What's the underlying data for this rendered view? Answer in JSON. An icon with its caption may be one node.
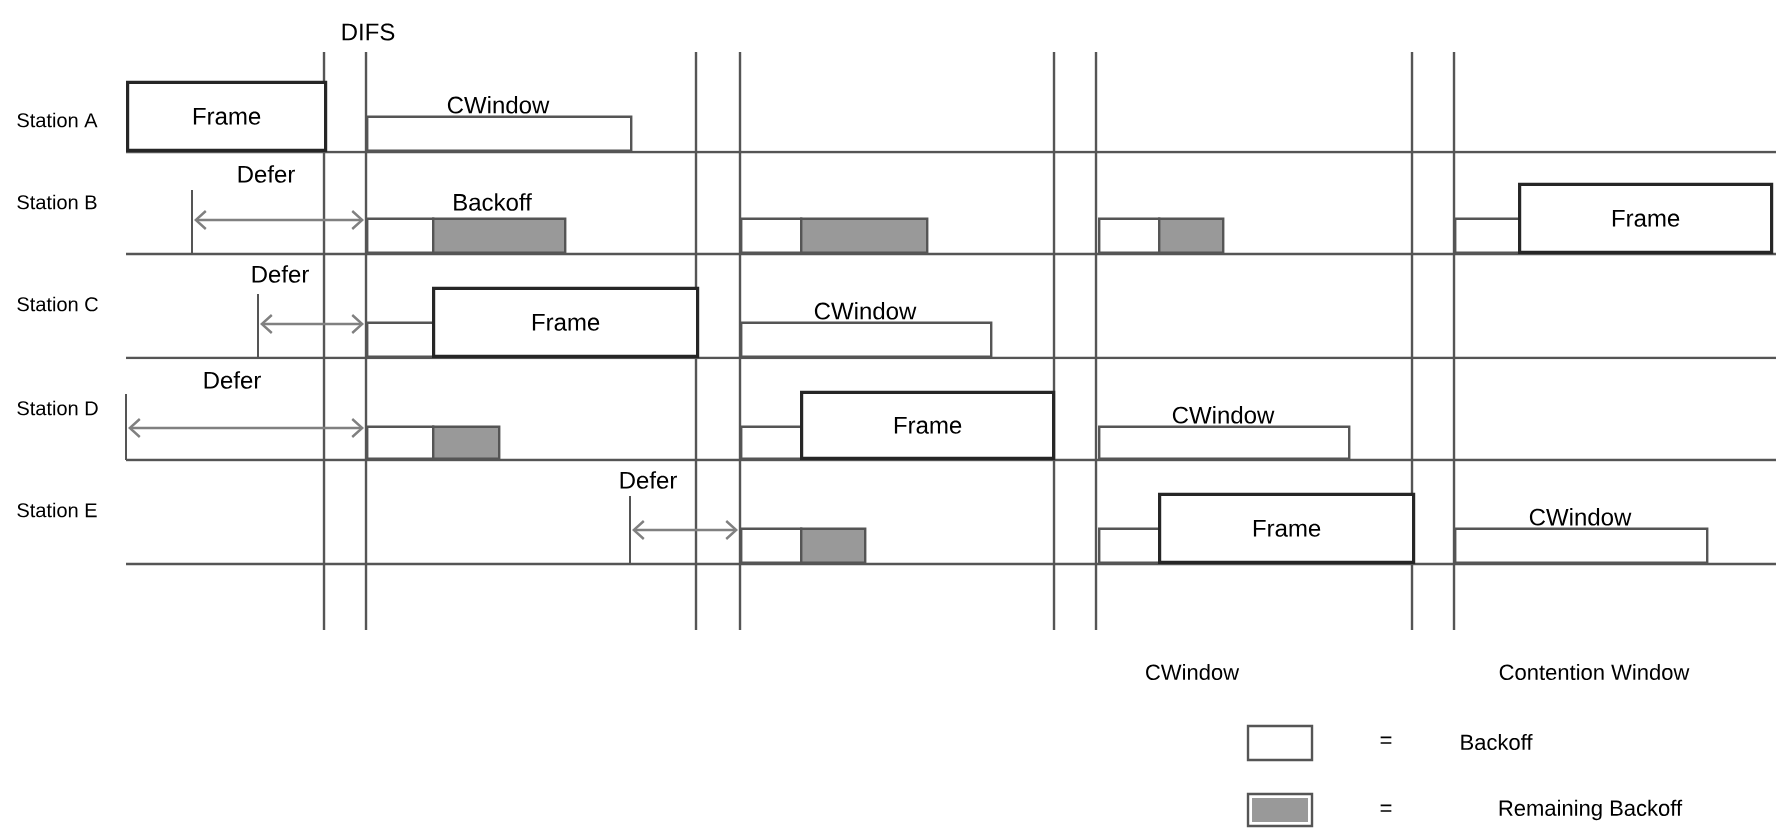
{
  "diagram": {
    "nodes": [
      {
        "text": [
          "Frame"
        ]
      },
      {
        "text": [
          "CWindow"
        ]
      },
      {
        "text": [],
        "shape": "box"
      },
      {
        "text": [],
        "shape": "box"
      },
      {
        "text": [],
        "shape": "box"
      },
      {
        "text": [],
        "shape": "box"
      },
      {
        "text": [],
        "shape": "box"
      },
      {
        "text": [],
        "shape": "box"
      },
      {
        "text": [],
        "shape": "box"
      },
      {
        "text": [
          "Frame"
        ]
      },
      {
        "text": [],
        "shape": "box"
      },
      {
        "text": [
          "Frame"
        ]
      },
      {
        "text": [
          "CWindow"
        ]
      },
      {
        "text": [],
        "shape": "box"
      },
      {
        "text": [],
        "shape": "box"
      },
      {
        "text": [],
        "shape": "box"
      },
      {
        "text": [
          "Frame"
        ]
      },
      {
        "text": [
          "CWindow"
        ]
      },
      {
        "text": [],
        "shape": "box"
      },
      {
        "text": [],
        "shape": "box"
      },
      {
        "text": [],
        "shape": "box"
      },
      {
        "text": [
          "Frame"
        ]
      },
      {
        "text": [
          "CWindow"
        ]
      }
    ],
    "labels": [
      "DIFS",
      "Station A",
      "Defer",
      "Station B",
      "Backoff",
      "Defer",
      "Station C",
      "Defer",
      "Station D",
      "Defer",
      "Station E",
      "CWindow",
      "Contention Window",
      "=",
      "="
    ],
    "legend": [
      {
        "text": "Backoff",
        "color": "#ffffff"
      },
      {
        "text": "Remaining Backoff",
        "color": "#999999"
      }
    ]
  }
}
